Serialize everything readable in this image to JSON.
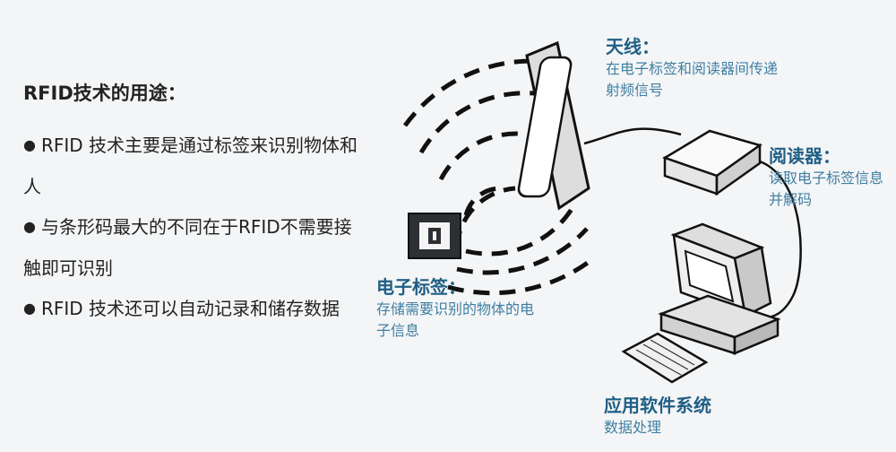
{
  "left": {
    "heading": "RFID技术的用途：",
    "items": [
      "RFID 技术主要是通过标签来识别物体和人",
      "与条形码最大的不同在于RFID不需要接触即可识别",
      "RFID 技术还可以自动记录和储存数据"
    ]
  },
  "labels": {
    "antenna": {
      "title": "天线：",
      "desc": "在电子标签和阅读器间传递射频信号"
    },
    "reader": {
      "title": "阅读器：",
      "desc": "读取电子标签信息并解码"
    },
    "tag": {
      "title": "电子标签：",
      "desc": "存储需要识别的物体的电子信息"
    },
    "software": {
      "title": "应用软件系统",
      "desc": "数据处理"
    }
  },
  "colors": {
    "label_blue": "#2f6f93",
    "text_dark": "#222222"
  }
}
